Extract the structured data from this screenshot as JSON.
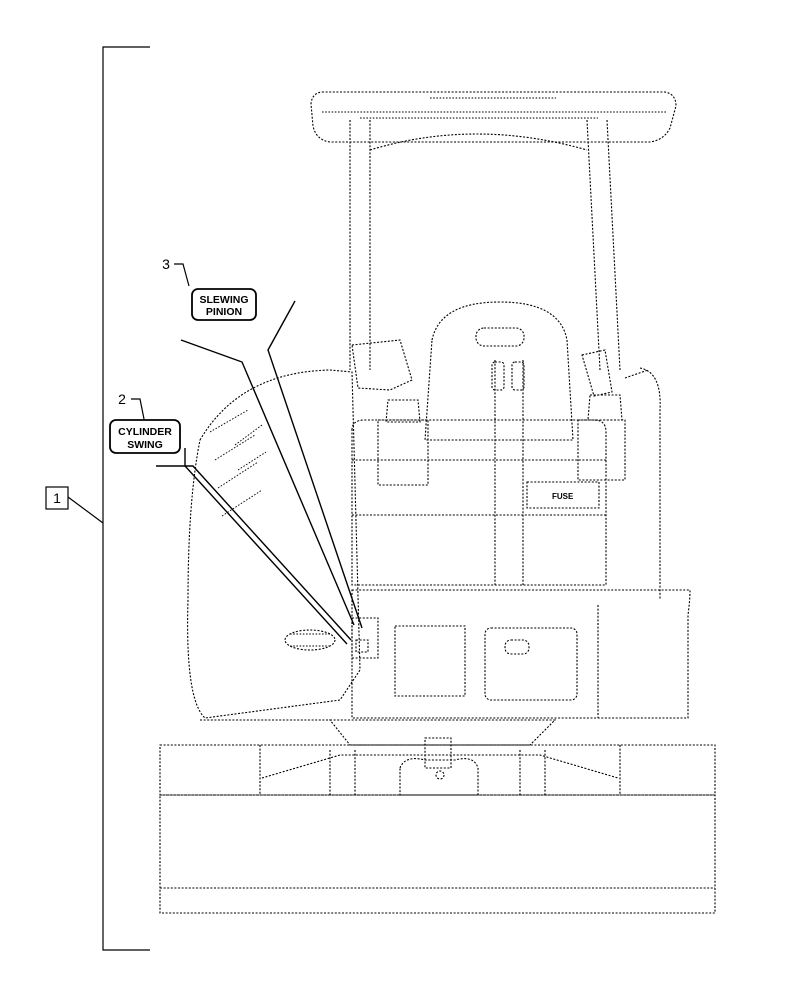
{
  "callouts": {
    "item1": "1",
    "item2": "2",
    "item3": "3"
  },
  "decals": {
    "slewing_line1": "SLEWING",
    "slewing_line2": "PINION",
    "cylinder_line1": "CYLINDER",
    "cylinder_line2": "SWING"
  },
  "panel_text": "FUSE"
}
